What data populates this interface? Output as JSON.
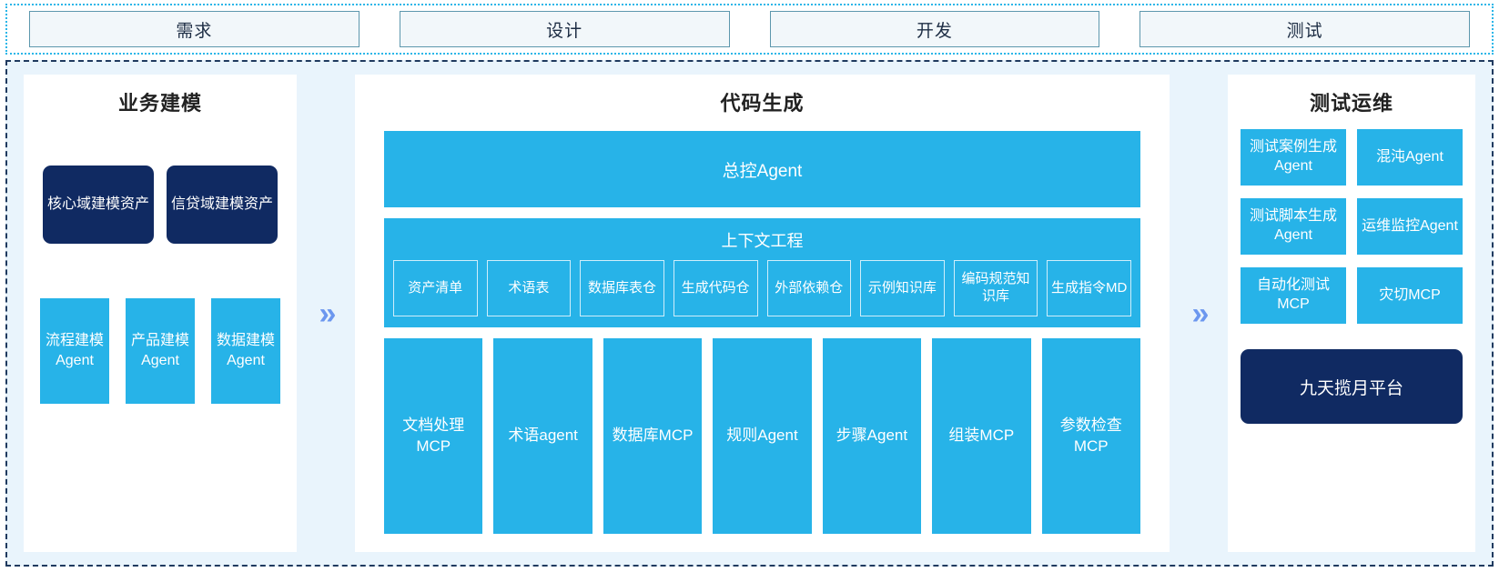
{
  "colors": {
    "accent_cyan": "#27b3e8",
    "dark_navy": "#102a62",
    "region_bg": "#e9f4fc",
    "chevron": "#6c97ef",
    "phase_border": "#5d97ad",
    "dashed_border": "#1f3a5f"
  },
  "phases": [
    {
      "label": "需求"
    },
    {
      "label": "设计"
    },
    {
      "label": "开发"
    },
    {
      "label": "测试"
    }
  ],
  "connectors": {
    "left_to_center": "»",
    "center_to_right": "»"
  },
  "left_panel": {
    "title": "业务建模",
    "assets": [
      {
        "label": "核心域建模资产"
      },
      {
        "label": "信贷域建模资产"
      }
    ],
    "agents": [
      {
        "label": "流程建模Agent"
      },
      {
        "label": "产品建模Agent"
      },
      {
        "label": "数据建模Agent"
      }
    ]
  },
  "center_panel": {
    "title": "代码生成",
    "master_agent": "总控Agent",
    "context": {
      "title": "上下文工程",
      "items": [
        {
          "label": "资产清单"
        },
        {
          "label": "术语表"
        },
        {
          "label": "数据库表仓"
        },
        {
          "label": "生成代码仓"
        },
        {
          "label": "外部依赖仓"
        },
        {
          "label": "示例知识库"
        },
        {
          "label": "编码规范知识库"
        },
        {
          "label": "生成指令MD"
        }
      ]
    },
    "tools": [
      {
        "label": "文档处理MCP"
      },
      {
        "label": "术语agent"
      },
      {
        "label": "数据库MCP"
      },
      {
        "label": "规则Agent"
      },
      {
        "label": "步骤Agent"
      },
      {
        "label": "组装MCP"
      },
      {
        "label": "参数检查MCP"
      }
    ]
  },
  "right_panel": {
    "title": "测试运维",
    "rows": [
      [
        {
          "label": "测试案例生成Agent"
        },
        {
          "label": "混沌Agent"
        }
      ],
      [
        {
          "label": "测试脚本生成Agent"
        },
        {
          "label": "运维监控Agent"
        }
      ],
      [
        {
          "label": "自动化测试MCP"
        },
        {
          "label": "灾切MCP"
        }
      ]
    ],
    "platform": "九天揽月平台"
  }
}
